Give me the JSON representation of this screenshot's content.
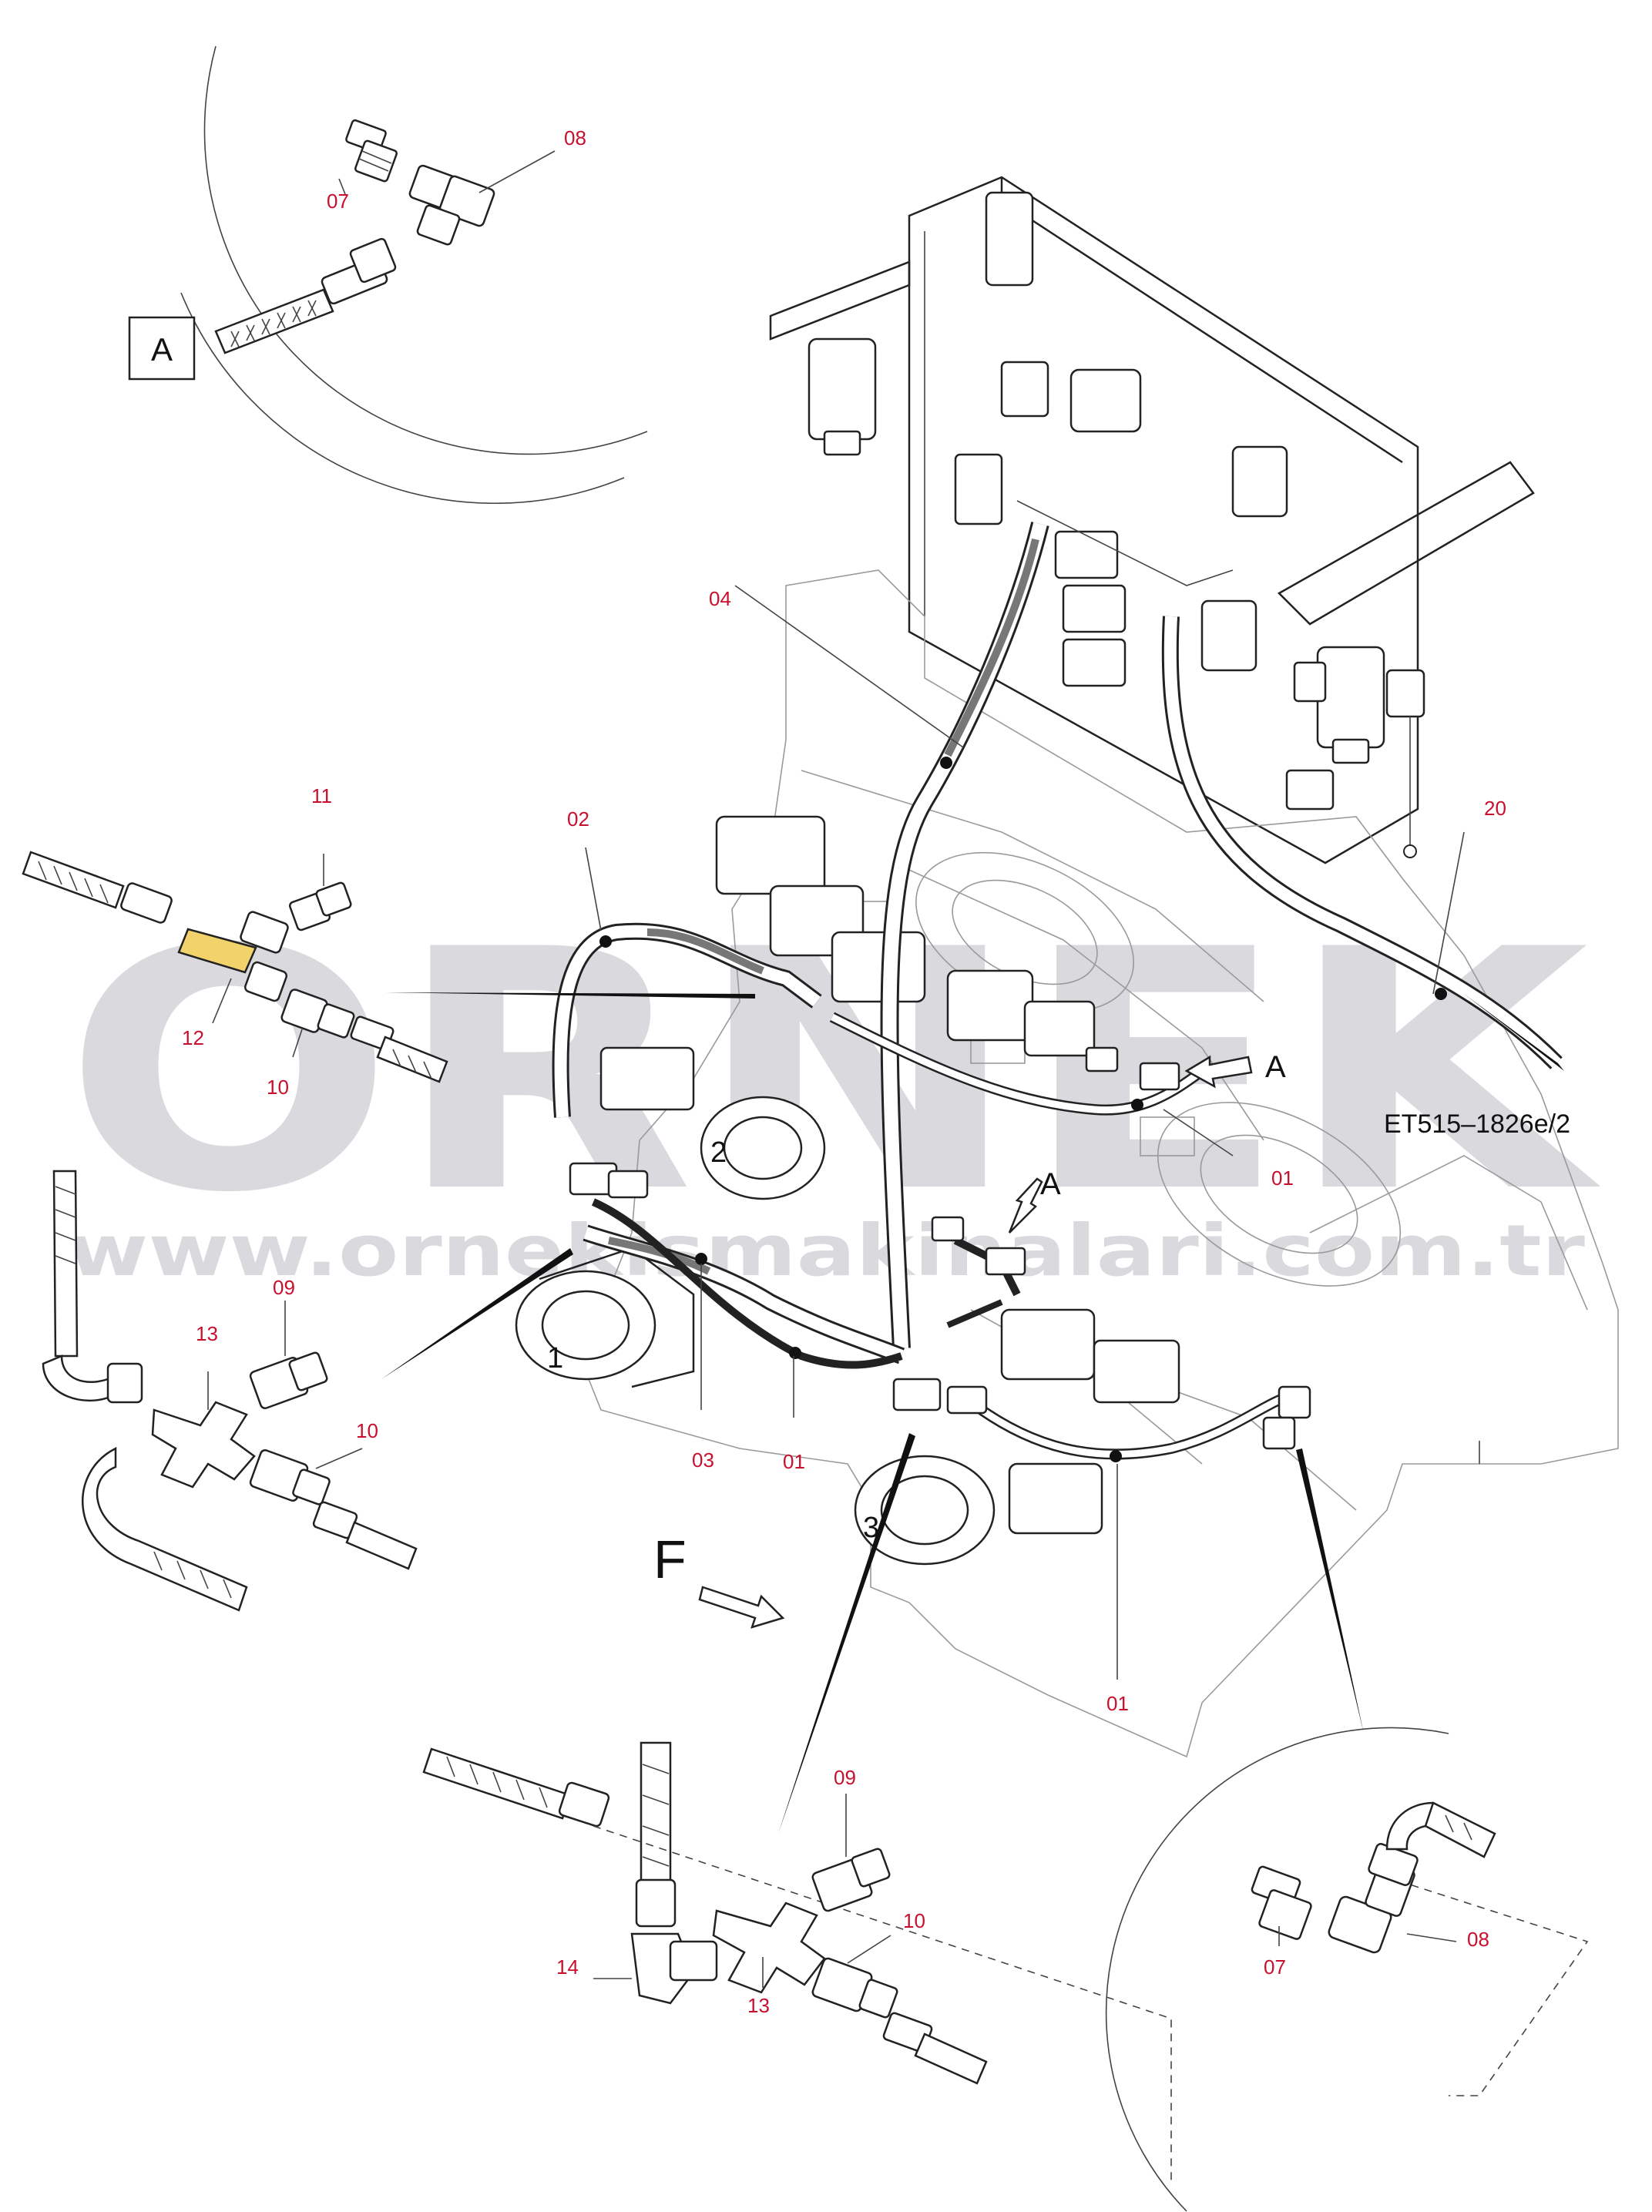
{
  "drawing_code": "ET515–1826e/2",
  "watermark": {
    "logo_text": "ORNEK",
    "url_text": "www.ornekismakinalari.com.tr"
  },
  "detail_box": "A",
  "arrow_letter": "A",
  "direction_letter": "F",
  "assembly_numbers": [
    "1",
    "2",
    "3"
  ],
  "part_labels": {
    "l07_top": "07",
    "l08_top": "08",
    "l04": "04",
    "l02": "02",
    "l11": "11",
    "l12": "12",
    "l10_left": "10",
    "l20": "20",
    "l01_right": "01",
    "l09_left": "09",
    "l13_left": "13",
    "l10_mid": "10",
    "l03": "03",
    "l01_mid": "01",
    "l01_low": "01",
    "l09_bottom": "09",
    "l10_bottom": "10",
    "l14": "14",
    "l13_bottom": "13",
    "l07_right": "07",
    "l08_right": "08"
  },
  "colors": {
    "label": "#c8102e",
    "line": "#222222",
    "watermark": "#8f8f9b",
    "highlight": "#f2d36b"
  }
}
